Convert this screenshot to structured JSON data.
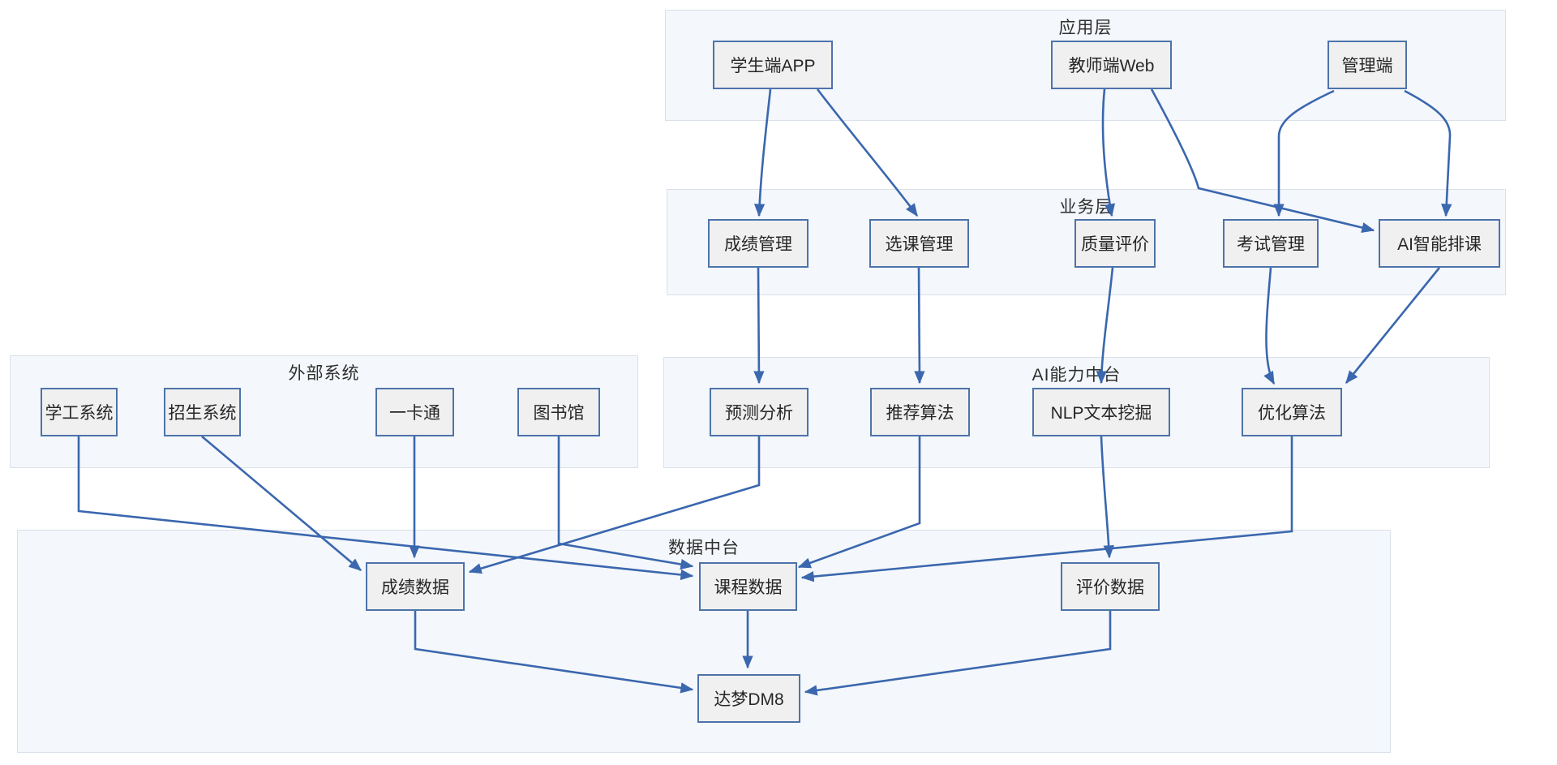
{
  "diagram": {
    "kind": "system-architecture-flowchart",
    "layers": {
      "app_layer": {
        "title": "应用层",
        "nodes": [
          "学生端APP",
          "教师端Web",
          "管理端"
        ]
      },
      "business_layer": {
        "title": "业务层",
        "nodes": [
          "成绩管理",
          "选课管理",
          "质量评价",
          "考试管理",
          "AI智能排课"
        ]
      },
      "external_systems": {
        "title": "外部系统",
        "nodes": [
          "学工系统",
          "招生系统",
          "一卡通",
          "图书馆"
        ]
      },
      "ai_platform": {
        "title": "AI能力中台",
        "nodes": [
          "预测分析",
          "推荐算法",
          "NLP文本挖掘",
          "优化算法"
        ]
      },
      "data_platform": {
        "title": "数据中台",
        "nodes": [
          "成绩数据",
          "课程数据",
          "评价数据",
          "达梦DM8"
        ]
      }
    },
    "edges": [
      {
        "from": "学生端APP",
        "to": "成绩管理"
      },
      {
        "from": "学生端APP",
        "to": "选课管理"
      },
      {
        "from": "教师端Web",
        "to": "质量评价"
      },
      {
        "from": "教师端Web",
        "to": "AI智能排课"
      },
      {
        "from": "管理端",
        "to": "考试管理"
      },
      {
        "from": "管理端",
        "to": "AI智能排课"
      },
      {
        "from": "成绩管理",
        "to": "预测分析"
      },
      {
        "from": "选课管理",
        "to": "推荐算法"
      },
      {
        "from": "质量评价",
        "to": "NLP文本挖掘"
      },
      {
        "from": "考试管理",
        "to": "优化算法"
      },
      {
        "from": "AI智能排课",
        "to": "优化算法"
      },
      {
        "from": "学工系统",
        "to": "课程数据"
      },
      {
        "from": "招生系统",
        "to": "成绩数据"
      },
      {
        "from": "一卡通",
        "to": "成绩数据"
      },
      {
        "from": "图书馆",
        "to": "课程数据"
      },
      {
        "from": "预测分析",
        "to": "成绩数据"
      },
      {
        "from": "推荐算法",
        "to": "课程数据"
      },
      {
        "from": "NLP文本挖掘",
        "to": "评价数据"
      },
      {
        "from": "优化算法",
        "to": "课程数据"
      },
      {
        "from": "成绩数据",
        "to": "达梦DM8"
      },
      {
        "from": "课程数据",
        "to": "达梦DM8"
      },
      {
        "from": "评价数据",
        "to": "达梦DM8"
      }
    ],
    "colors": {
      "edge": "#3a67ae",
      "node_fill": "#f0f0f0",
      "node_border": "#4d73aa",
      "container_fill": "#f4f7fb",
      "container_border": "#dbe1ea",
      "text": "#262626"
    }
  }
}
